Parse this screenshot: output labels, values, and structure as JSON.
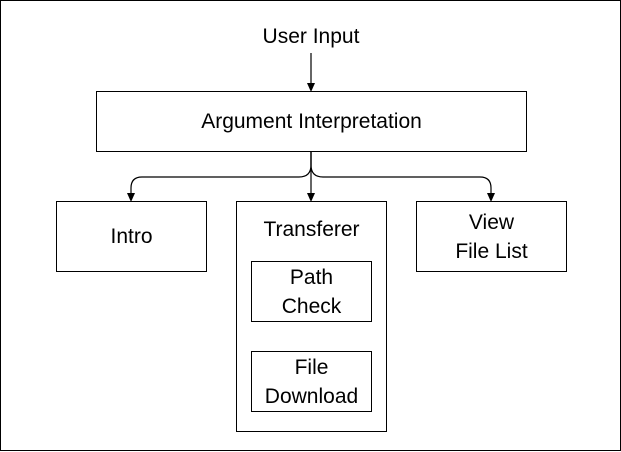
{
  "diagram": {
    "user_input": "User Input",
    "argument_interpretation": "Argument Interpretation",
    "intro": "Intro",
    "transferer": "Transferer",
    "path_check": {
      "line1": "Path",
      "line2": "Check"
    },
    "file_download": {
      "line1": "File",
      "line2": "Download"
    },
    "view_file_list": {
      "line1": "View",
      "line2": "File List"
    }
  },
  "colors": {
    "stroke": "#000000",
    "background": "#ffffff"
  }
}
